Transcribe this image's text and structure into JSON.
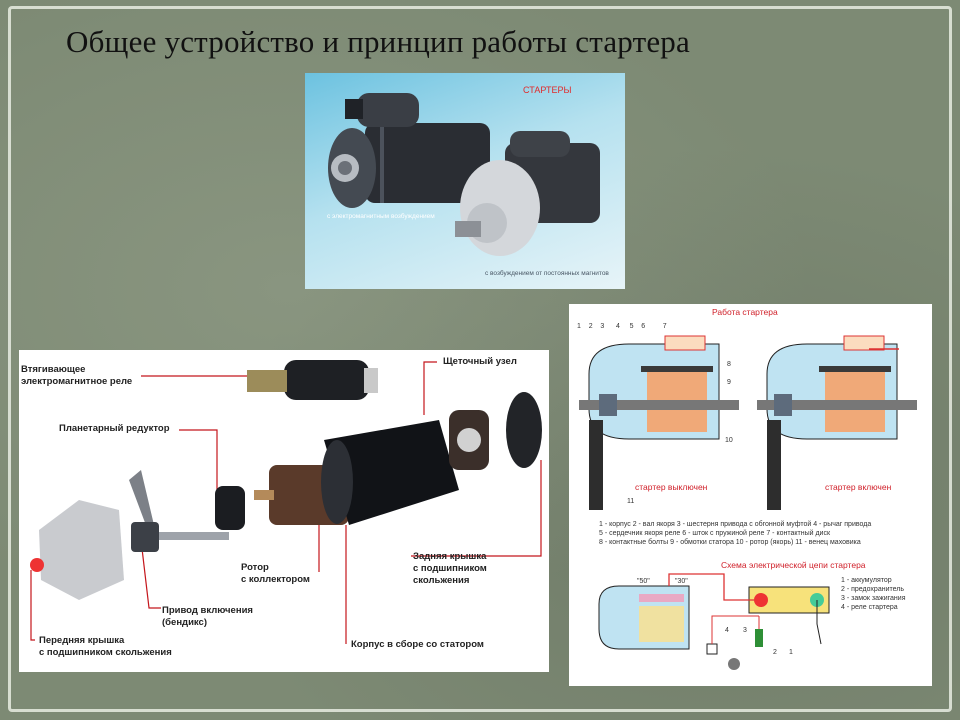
{
  "title": "Общее устройство и принцип работы стартера",
  "photo": {
    "label_header": "СТАРТЕРЫ",
    "label_left": "с электромагнитным возбуждением",
    "label_right": "с возбуждением от постоянных магнитов"
  },
  "exploded": {
    "relay_1": "Втягивающее",
    "relay_2": "электромагнитное реле",
    "gear": "Планетарный редуктор",
    "brush": "Щеточный узел",
    "rotor_1": "Ротор",
    "rotor_2": "с коллектором",
    "drive_1": "Привод включения",
    "drive_2": "(бендикс)",
    "front_1": "Передняя крышка",
    "front_2": "с подшипником скольжения",
    "back_1": "Задняя крышка",
    "back_2": "с подшипником",
    "back_3": "скольжения",
    "body": "Корпус в сборе со статором"
  },
  "diagram": {
    "title1": "Работа стартера",
    "title2": "Схема электрической цепи стартера",
    "left_state": "стартер выключен",
    "right_state": "стартер включен",
    "nums_top": [
      "1",
      "2",
      "3",
      "4",
      "5",
      "6",
      "7"
    ],
    "num_8": "8",
    "num_9": "9",
    "num_10": "10",
    "num_11": "11",
    "legend1": "1 - корпус 2 - вал якоря 3 - шестерня привода с обгонной муфтой 4 - рычаг привода",
    "legend2": "5 - сердечник якоря реле 6 - шток с пружиной реле 7 - контактный диск",
    "legend3": "8 - контактные болты 9 - обмотки статора 10 - ротор (якорь) 11 - венец маховика",
    "term_50": "\"50\"",
    "term_30": "\"30\"",
    "c4": "4",
    "c3": "3",
    "c2": "2",
    "c1": "1",
    "elec_legend": [
      "1 - аккумулятор",
      "2 - предохранитель",
      "3 - замок зажигания",
      "4 - реле стартера"
    ]
  }
}
